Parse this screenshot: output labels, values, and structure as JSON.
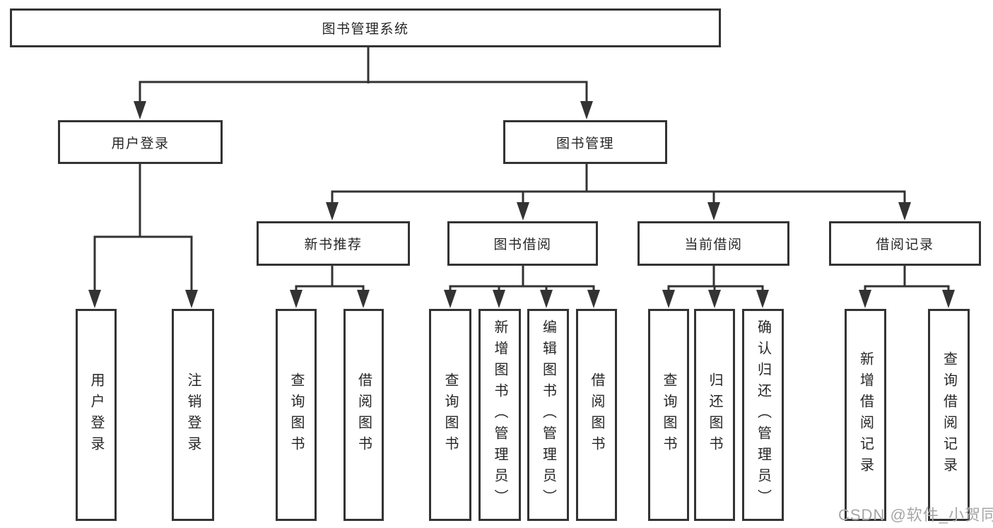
{
  "colors": {
    "line": "#333333",
    "text": "#262626",
    "watermark": "#a6a6a6",
    "background": "#ffffff"
  },
  "diagram": {
    "root": "图书管理系统",
    "branches": [
      {
        "label": "用户登录",
        "children": [
          "用户登录",
          "注销登录"
        ]
      },
      {
        "label": "图书管理",
        "children": [
          {
            "label": "新书推荐",
            "children": [
              "查询图书",
              "借阅图书"
            ]
          },
          {
            "label": "图书借阅",
            "children": [
              "查询图书",
              "新增图书（管理员）",
              "编辑图书（管理员）",
              "借阅图书"
            ]
          },
          {
            "label": "当前借阅",
            "children": [
              "查询图书",
              "归还图书",
              "确认归还（管理员）"
            ]
          },
          {
            "label": "借阅记录",
            "children": [
              "新增借阅记录",
              "查询借阅记录"
            ]
          }
        ]
      }
    ]
  },
  "watermark": {
    "text": "CSDN @软件_小贺同学"
  }
}
